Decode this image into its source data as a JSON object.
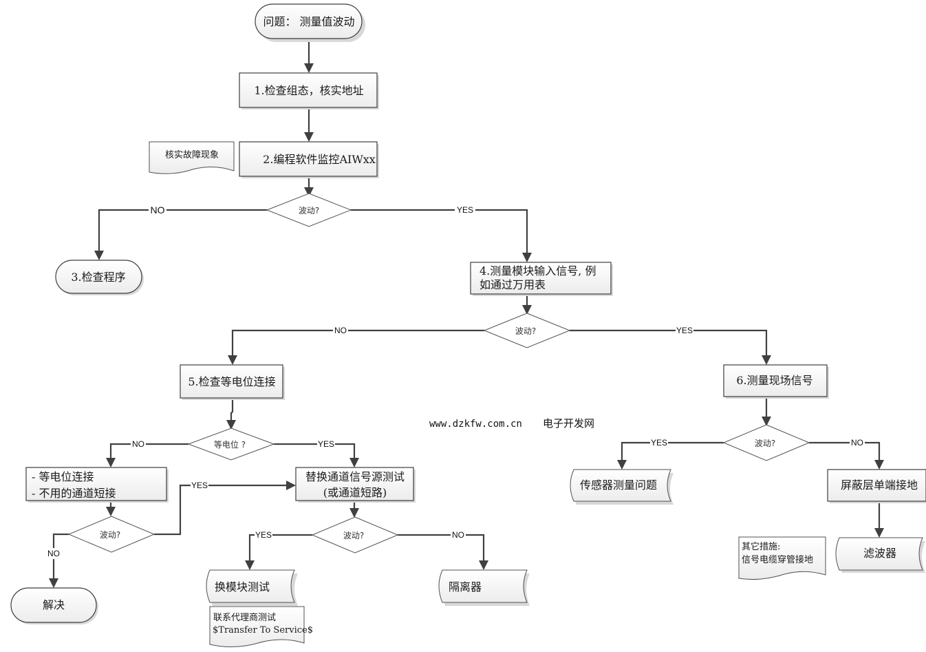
{
  "title": "问题：测量值波动",
  "watermark": {
    "url": "www.dzkfw.com.cn",
    "site": "电子开发网"
  },
  "nodes": {
    "start": "问题： 测量值波动",
    "step1": "1.检查组态，核实地址",
    "note_verify": "核实故障现象",
    "step2": "2.编程软件监控AIWxx",
    "dec1": "波动?",
    "step3": "3.检查程序",
    "step4_line1": "4.测量模块输入信号, 例",
    "step4_line2": "如通过万用表",
    "dec2": "波动?",
    "step5": "5.检查等电位连接",
    "step6": "6.测量现场信号",
    "dec_equip": "等电位 ?",
    "fix_line1": "- 等电位连接",
    "fix_line2": "- 不用的通道短接",
    "dec3": "波动?",
    "resolved": "解决",
    "replace_line1": "替换通道信号源测试",
    "replace_line2": "(或通道短路)",
    "dec4": "波动?",
    "swap_module": "换模块测试",
    "contact_line1": "联系代理商测试",
    "contact_line2": "$Transfer To Service$",
    "isolator": "隔离器",
    "dec5": "波动?",
    "sensor_issue": "传感器测量问题",
    "shield_ground": "屏蔽层单端接地",
    "other_line1": "其它措施:",
    "other_line2": "信号电缆穿管接地",
    "filter": "滤波器"
  },
  "edge_labels": {
    "dec1_no": "NO",
    "dec1_yes": "YES",
    "dec2_no": "NO",
    "dec2_yes": "YES",
    "equip_no": "NO",
    "equip_yes": "YES",
    "dec3_yes": "YES",
    "dec3_no": "NO",
    "dec4_yes": "YES",
    "dec4_no": "NO",
    "dec5_yes": "YES",
    "dec5_no": "NO"
  }
}
